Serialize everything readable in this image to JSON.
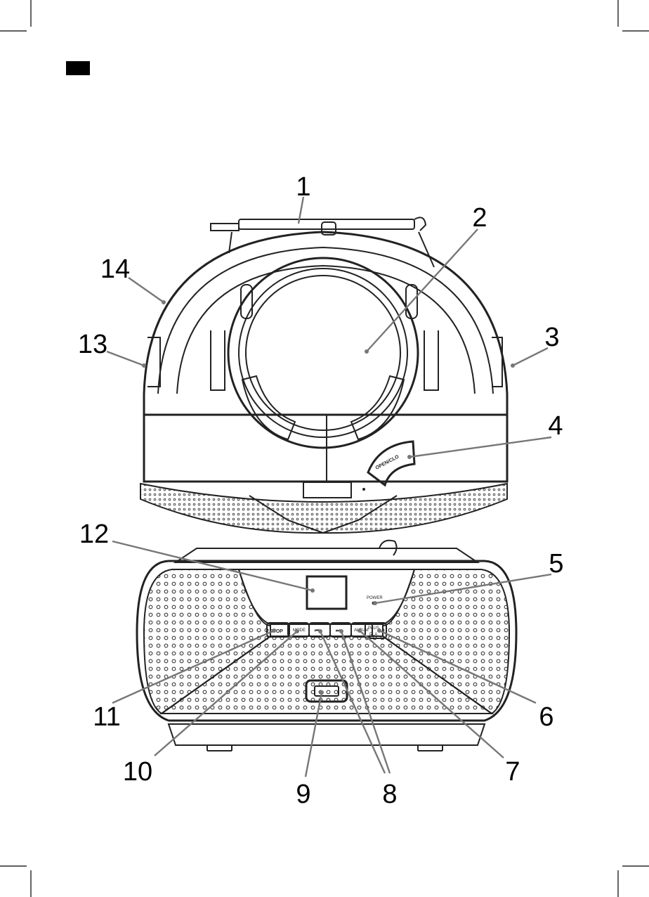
{
  "callouts": [
    {
      "id": "1",
      "label": "1"
    },
    {
      "id": "2",
      "label": "2"
    },
    {
      "id": "3",
      "label": "3"
    },
    {
      "id": "4",
      "label": "4"
    },
    {
      "id": "5",
      "label": "5"
    },
    {
      "id": "6",
      "label": "6"
    },
    {
      "id": "7",
      "label": "7"
    },
    {
      "id": "8",
      "label": "8"
    },
    {
      "id": "9",
      "label": "9"
    },
    {
      "id": "10",
      "label": "10"
    },
    {
      "id": "11",
      "label": "11"
    },
    {
      "id": "12",
      "label": "12"
    },
    {
      "id": "13",
      "label": "13"
    },
    {
      "id": "14",
      "label": "14"
    }
  ],
  "device_labels": {
    "open_close": "OPEN/CLO",
    "power": "POWER",
    "stop": "STOP",
    "mode": "MODE",
    "album": "ALBUM",
    "pause_line1": "PAUS",
    "pause_line2": "PLA"
  }
}
